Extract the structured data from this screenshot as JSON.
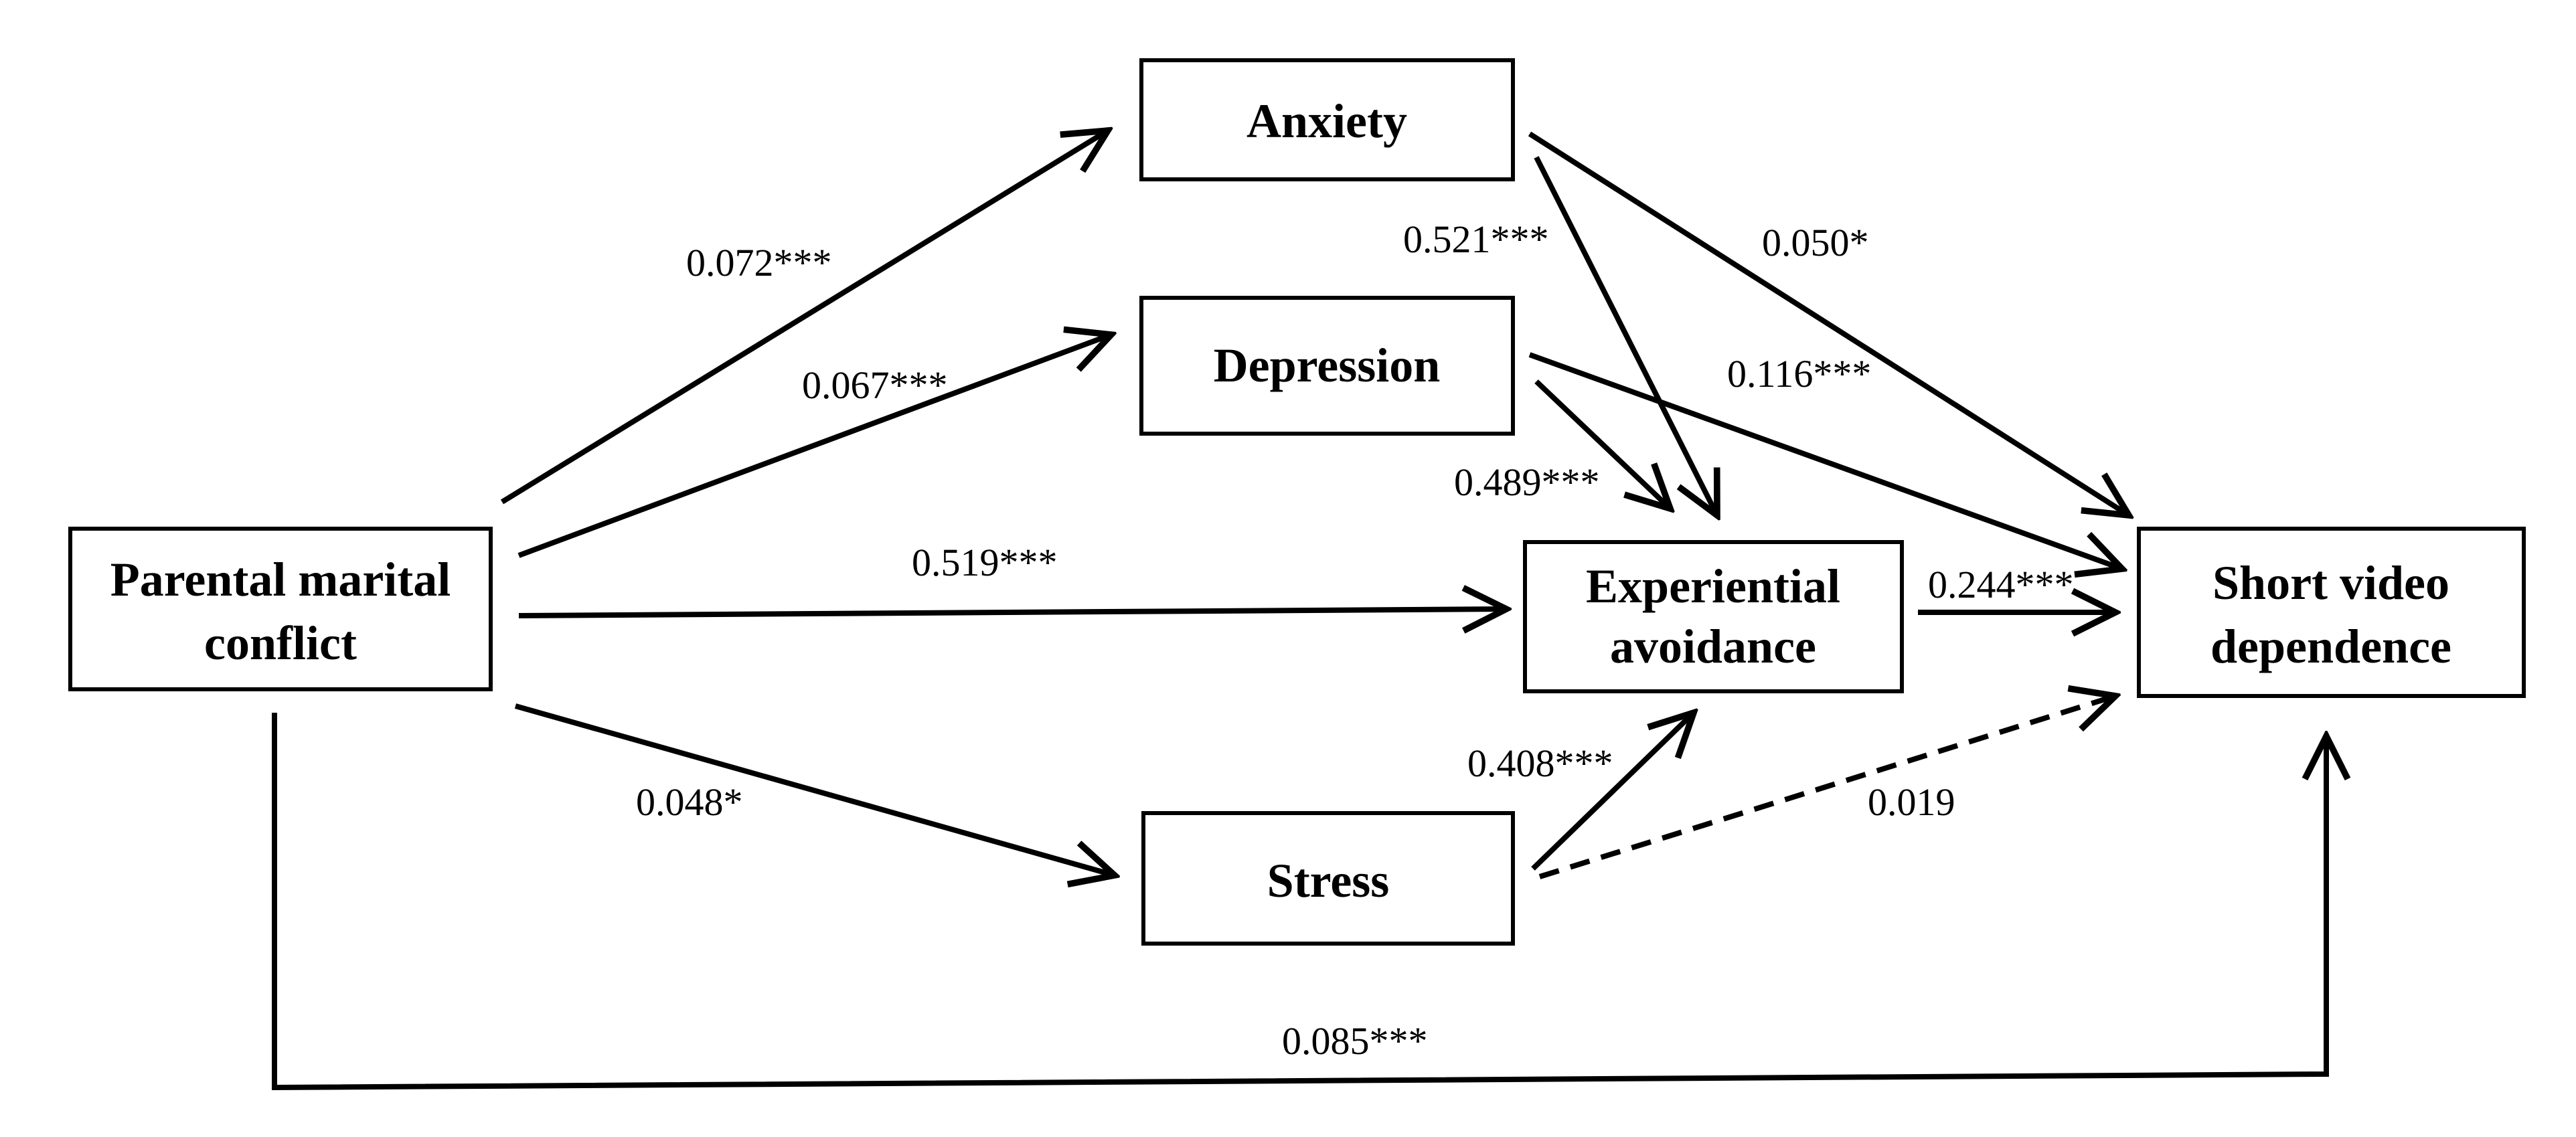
{
  "nodes": {
    "pmc": [
      "Parental marital",
      "conflict"
    ],
    "anxiety": [
      "Anxiety"
    ],
    "depression": [
      "Depression"
    ],
    "ea": [
      "Experiential",
      "avoidance"
    ],
    "stress": [
      "Stress"
    ],
    "svd": [
      "Short video",
      "dependence"
    ]
  },
  "coefficients": {
    "pmc_anxiety": "0.072***",
    "pmc_depression": "0.067***",
    "pmc_ea": "0.519***",
    "pmc_stress": "0.048*",
    "pmc_svd": "0.085***",
    "anxiety_ea": "0.521***",
    "anxiety_svd": "0.050*",
    "depression_ea": "0.489***",
    "depression_svd": "0.116***",
    "stress_ea": "0.408***",
    "stress_svd": "0.019",
    "ea_svd": "0.244***"
  },
  "colors": {
    "stroke": "#000000",
    "background": "#ffffff"
  }
}
